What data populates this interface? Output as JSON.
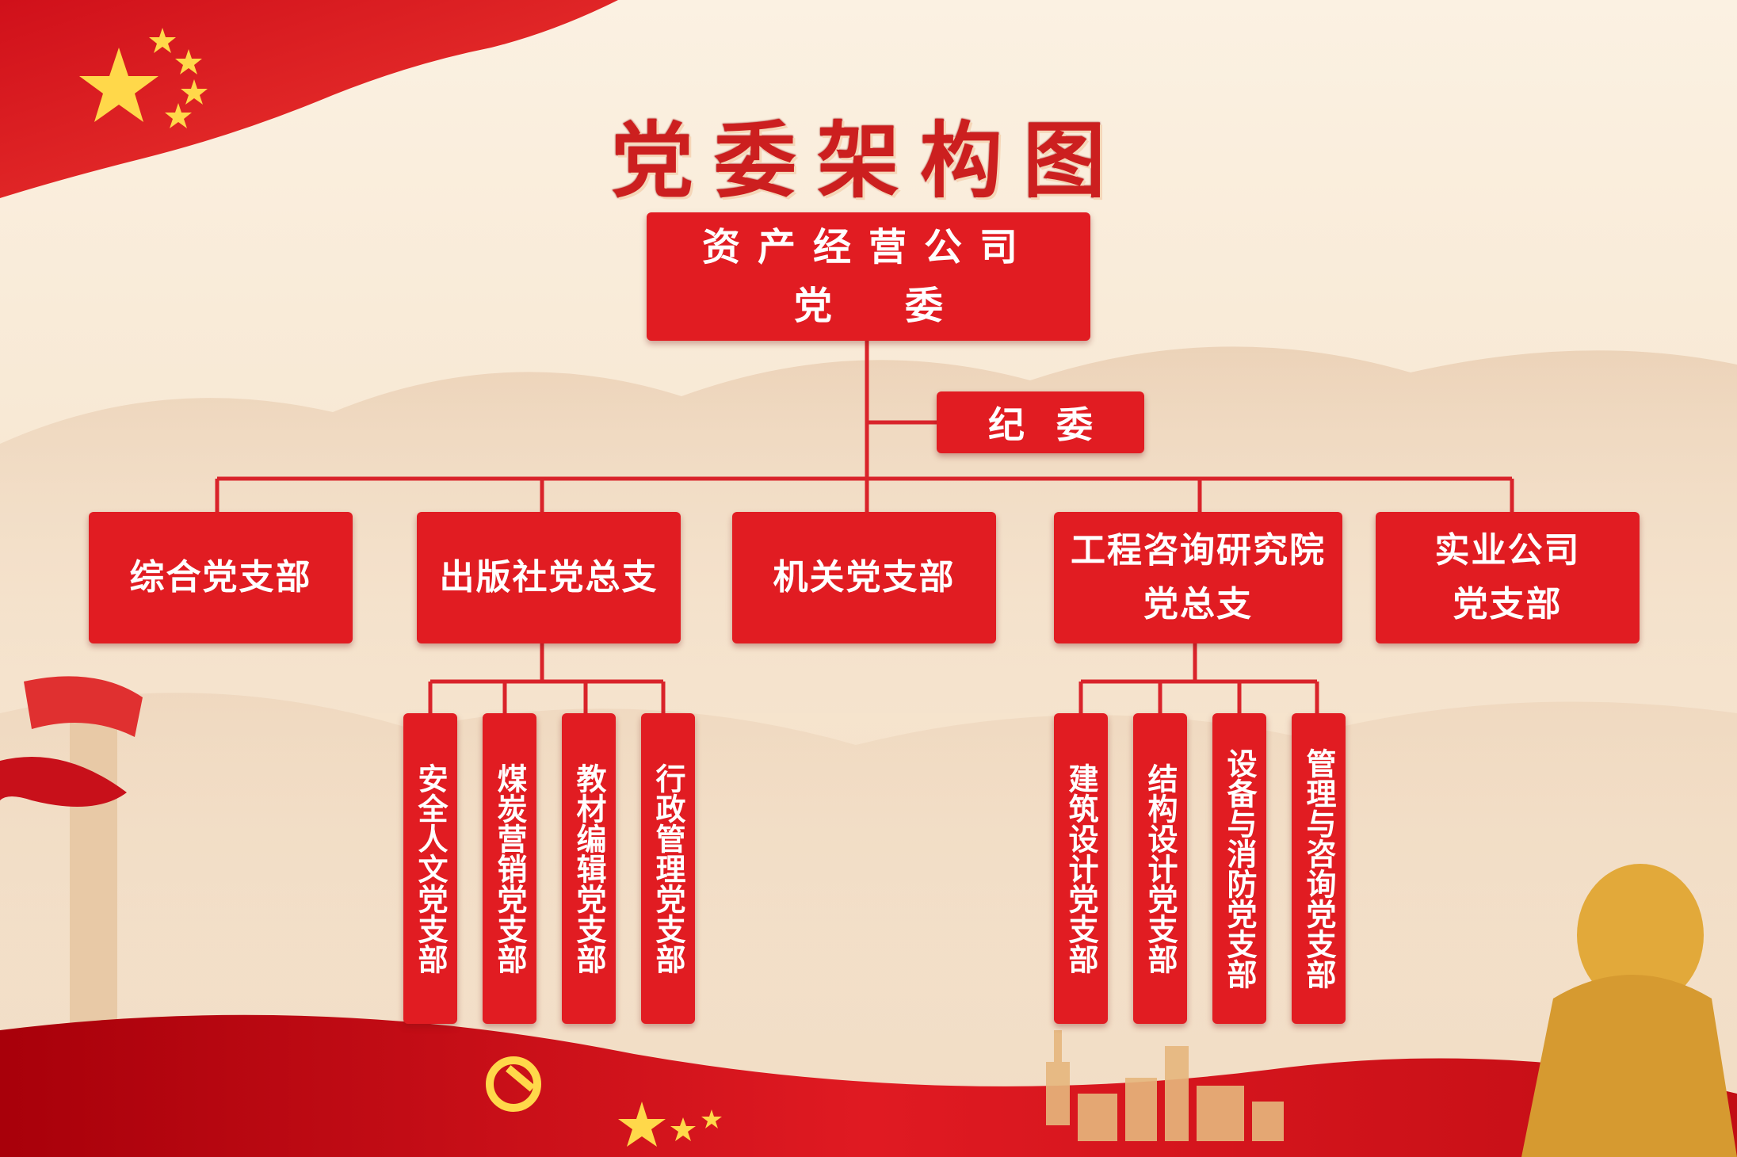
{
  "title": "党委架构图",
  "top": {
    "line1": "资产经营公司",
    "line2": "党委"
  },
  "discipline": "纪委",
  "branches": [
    {
      "lines": [
        "综合党支部"
      ]
    },
    {
      "lines": [
        "出版社党总支"
      ]
    },
    {
      "lines": [
        "机关党支部"
      ]
    },
    {
      "lines": [
        "工程咨询研究院",
        "党总支"
      ]
    },
    {
      "lines": [
        "实业公司",
        "党支部"
      ]
    }
  ],
  "publisher_sub": [
    "安全人文党支部",
    "煤炭营销党支部",
    "教材编辑党支部",
    "行政管理党支部"
  ],
  "engineering_sub": [
    "建筑设计党支部",
    "结构设计党支部",
    "设备与消防党支部",
    "管理与咨询党支部"
  ],
  "colors": {
    "box": "#e11c22",
    "line": "#d9232a",
    "title": "#cc1f1f"
  }
}
